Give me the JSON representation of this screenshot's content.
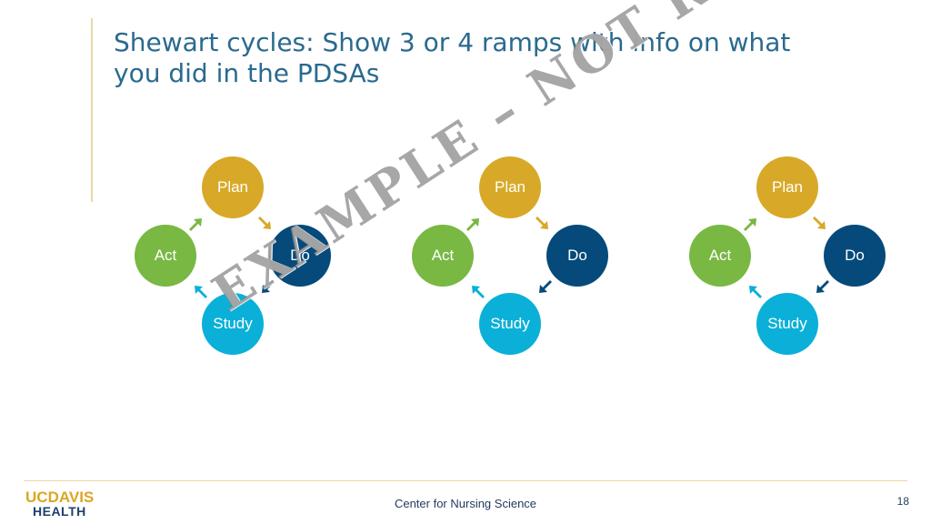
{
  "slide": {
    "title": "Shewart cycles: Show 3 or 4 ramps with info on what you did in the PDSAs",
    "watermark": "EXAMPLE – NOT REQUIRED",
    "footer_text": "Center for Nursing Science",
    "page_number": "18"
  },
  "logo": {
    "uc": "UC",
    "davis": "DAVIS",
    "health": "HEALTH"
  },
  "cycles": [
    {
      "plan": "Plan",
      "do": "Do",
      "study": "Study",
      "act": "Act"
    },
    {
      "plan": "Plan",
      "do": "Do",
      "study": "Study",
      "act": "Act"
    },
    {
      "plan": "Plan",
      "do": "Do",
      "study": "Study",
      "act": "Act"
    }
  ],
  "colors": {
    "plan": "#d8a928",
    "do": "#054a7a",
    "study": "#0ab0d8",
    "act": "#78b843",
    "title": "#2a6a8e",
    "accent": "#e9d7a6"
  }
}
